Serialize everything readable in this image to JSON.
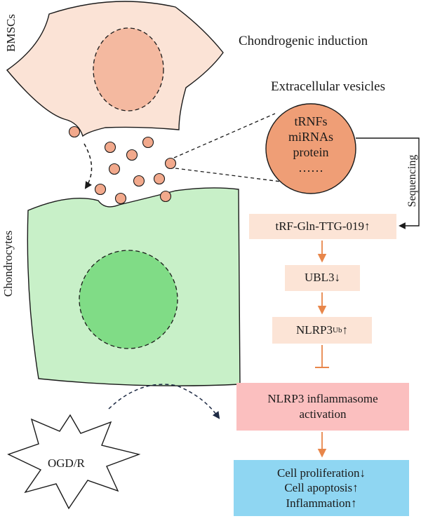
{
  "labels": {
    "bmscs": "BMSCs",
    "chondrocytes": "Chondrocytes",
    "chondrogenic_induction": "Chondrogenic induction",
    "extracellular_vesicles": "Extracellular vesicles",
    "sequencing": "Sequencing",
    "ogdr": "OGD/R"
  },
  "vesicle_contents": [
    "tRNFs",
    "miRNAs",
    "protein",
    "……"
  ],
  "pathway": {
    "trf": "tRF-Gln-TTG-019↑",
    "ubl3": "UBL3↓",
    "nlrp3_base": "NLRP3",
    "nlrp3_sup": "Ub",
    "nlrp3_arrow": "↑",
    "inflammasome_line1": "NLRP3 inflammasome",
    "inflammasome_line2": "activation",
    "outcome": [
      "Cell proliferation↓",
      "Cell apoptosis↑",
      "Inflammation↑"
    ]
  },
  "colors": {
    "bmsc_fill": "#fbe3d6",
    "bmsc_nucleus": "#f4b9a0",
    "vesicle": "#f2a98c",
    "ev_circle": "#ef9e76",
    "chondrocyte_fill": "#c8f0c8",
    "chondrocyte_nucleus": "#80dc86",
    "pathway_box": "#fce4d6",
    "arrow_orange": "#e8864a",
    "inflammasome_box": "#fbbfbf",
    "outcome_box": "#8fd6f2"
  }
}
